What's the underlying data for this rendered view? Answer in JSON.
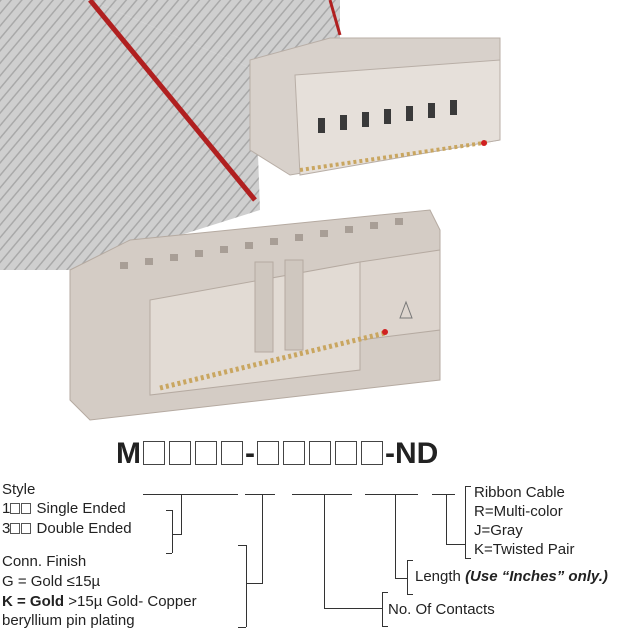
{
  "part_number": {
    "prefix": "M",
    "separator": "-",
    "suffix": "-ND",
    "first_group_boxes": 4,
    "second_group_boxes": 5
  },
  "style": {
    "title": "Style",
    "options": [
      {
        "code": "1",
        "label": "Single Ended"
      },
      {
        "code": "3",
        "label": "Double Ended"
      }
    ]
  },
  "conn_finish": {
    "title": "Conn. Finish",
    "line1": "G = Gold ≤15µ",
    "line2_bold": "K = Gold",
    "line2_rest": " >15µ Gold- Copper",
    "line3": "beryllium pin plating"
  },
  "contacts": {
    "label": "No. Of Contacts"
  },
  "length": {
    "label": "Length",
    "note": "(Use “Inches” only.)"
  },
  "ribbon": {
    "title": "Ribbon Cable",
    "options": [
      "R=Multi-color",
      "J=Gray",
      "K=Twisted Pair"
    ]
  },
  "colors": {
    "cable": "#c8c8c8",
    "stripe": "#b02020",
    "connector": "#d9d2cc",
    "line": "#333333"
  }
}
